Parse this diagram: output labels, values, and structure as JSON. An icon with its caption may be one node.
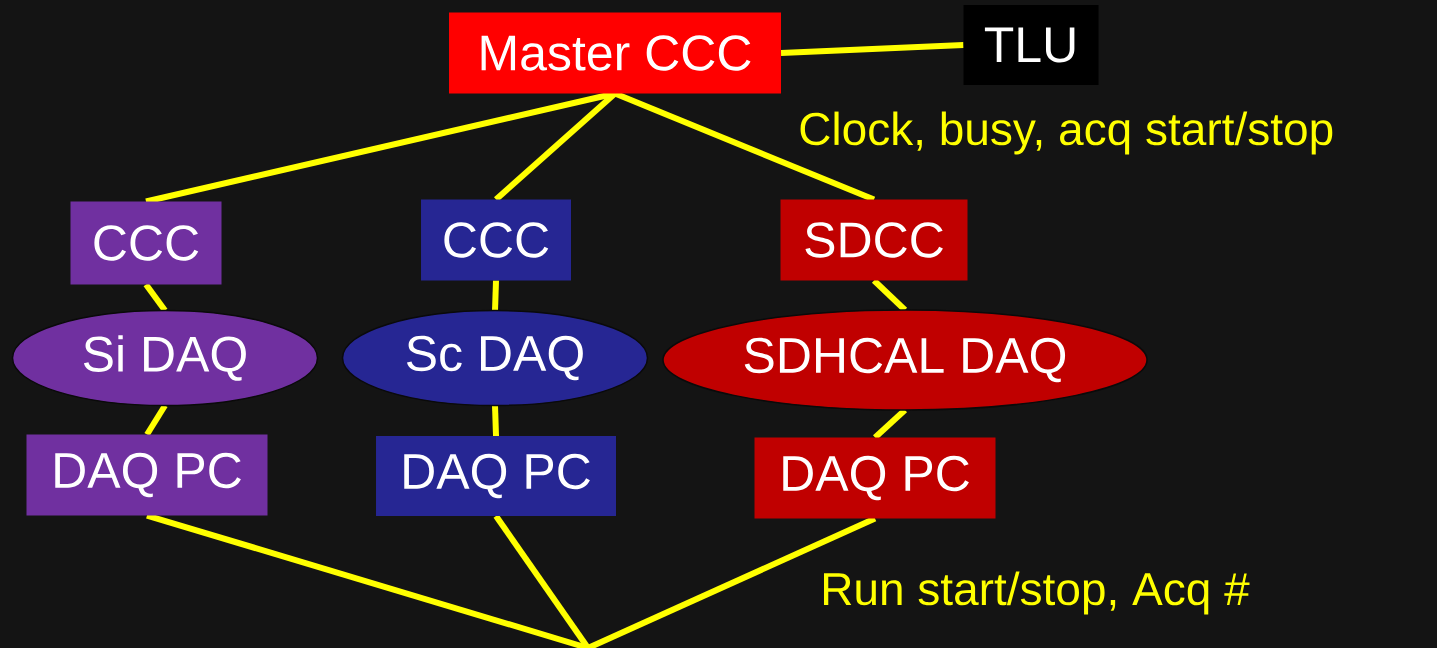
{
  "diagram": {
    "nodes": [
      {
        "text": [
          "Master CCC"
        ]
      },
      {
        "text": [
          "TLU"
        ]
      },
      {
        "text": [
          "CCC"
        ]
      },
      {
        "text": [
          "CCC"
        ]
      },
      {
        "text": [
          "SDCC"
        ]
      },
      {
        "text": [
          "Si DAQ"
        ]
      },
      {
        "text": [
          "Sc DAQ"
        ]
      },
      {
        "text": [
          "SDHCAL DAQ"
        ]
      },
      {
        "text": [
          "DAQ PC"
        ]
      },
      {
        "text": [
          "DAQ PC"
        ]
      },
      {
        "text": [
          "DAQ PC"
        ]
      }
    ],
    "edges": [
      {
        "from": 0,
        "to": 1,
        "arrow": "none"
      },
      {
        "from": 0,
        "to": 2,
        "arrow": "none"
      },
      {
        "from": 0,
        "to": 3,
        "arrow": "none"
      },
      {
        "from": 0,
        "to": 4,
        "arrow": "none"
      },
      {
        "from": 2,
        "to": 5,
        "arrow": "none"
      },
      {
        "from": 5,
        "to": 8,
        "arrow": "none"
      },
      {
        "from": 3,
        "to": 6,
        "arrow": "none"
      },
      {
        "from": 6,
        "to": 9,
        "arrow": "none"
      },
      {
        "from": 4,
        "to": 7,
        "arrow": "none"
      },
      {
        "from": 7,
        "to": 10,
        "arrow": "none"
      },
      {
        "from": 8,
        "to": null,
        "arrow": "none"
      },
      {
        "from": 9,
        "to": null,
        "arrow": "none"
      },
      {
        "from": 10,
        "to": null,
        "arrow": "none"
      }
    ],
    "labels": [
      "Clock, busy, acq start/stop",
      "Run start/stop, Acq #"
    ]
  }
}
